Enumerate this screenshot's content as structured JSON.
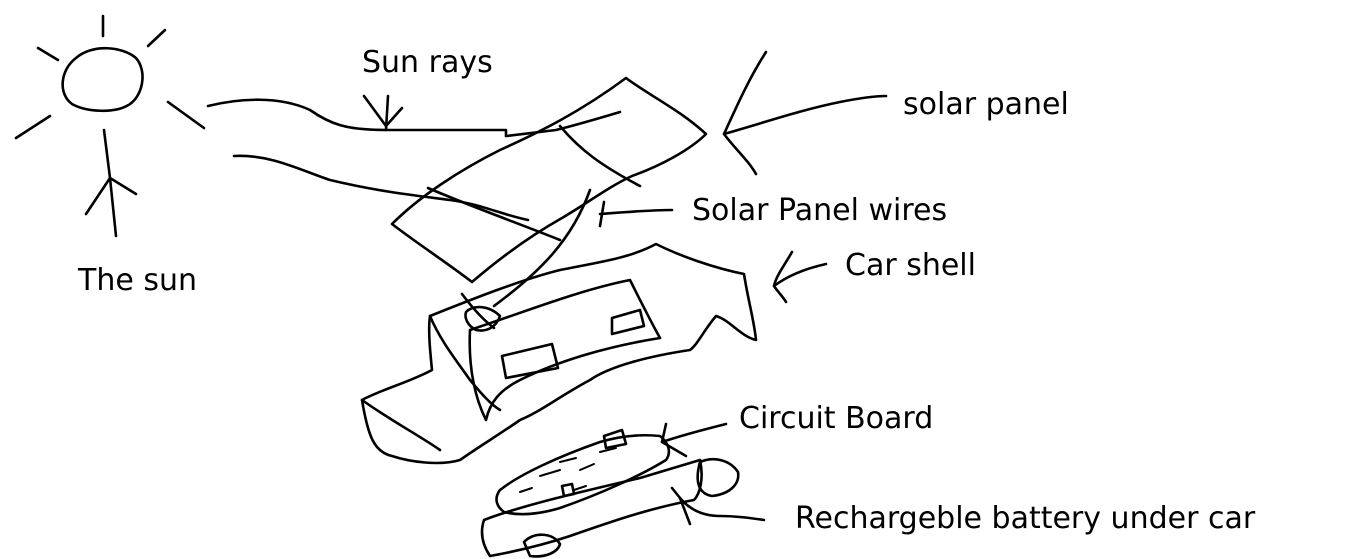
{
  "labels": {
    "sun": "The sun",
    "sun_rays": "Sun rays",
    "solar_panel": "solar panel",
    "panel_wires": "Solar Panel wires",
    "car_shell": "Car shell",
    "circuit_board": "Circuit Board",
    "battery": "Rechargeble battery under car"
  },
  "colors": {
    "ink": "#000000",
    "background": "#ffffff"
  }
}
